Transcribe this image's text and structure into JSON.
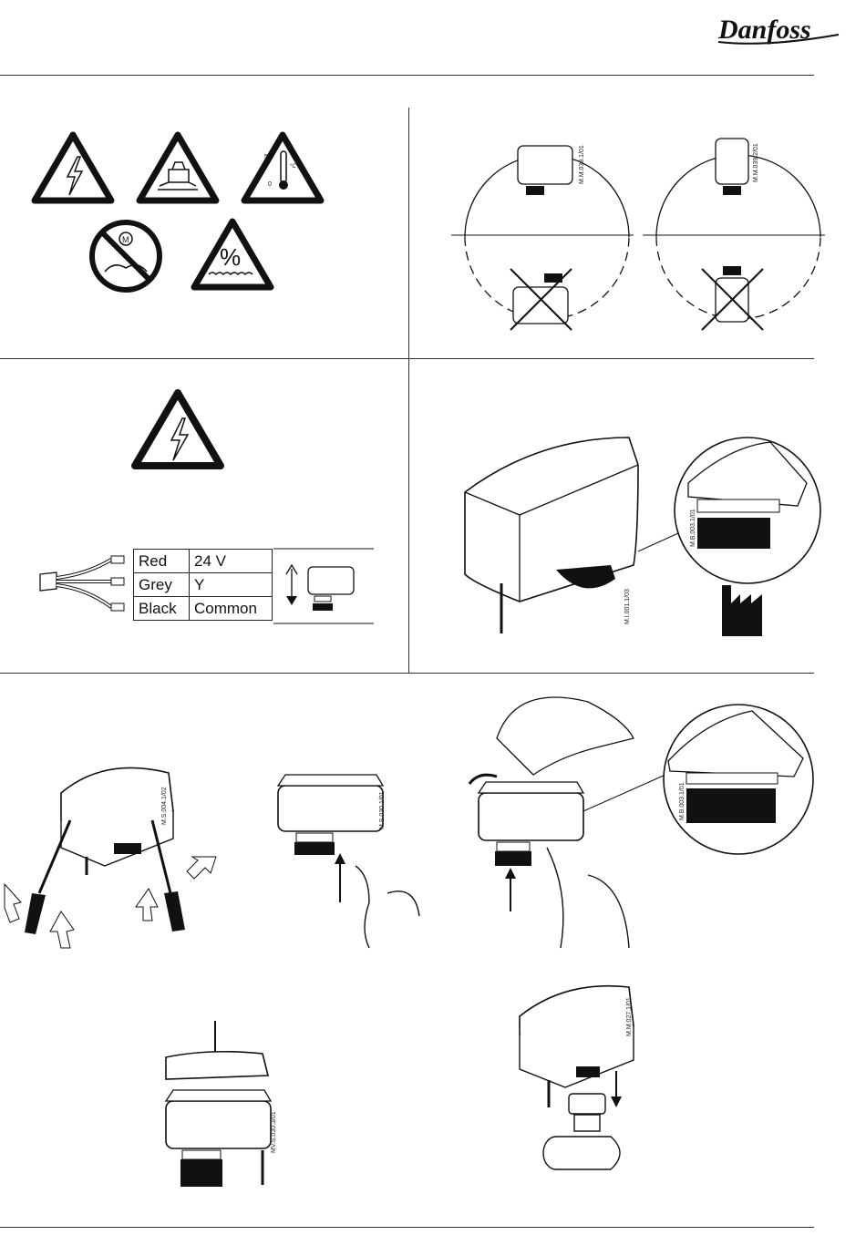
{
  "header": {
    "brand": "Danfoss"
  },
  "wiring": {
    "rows": [
      {
        "color": "Red",
        "signal": "24 V"
      },
      {
        "color": "Grey",
        "signal": "Y"
      },
      {
        "color": "Black",
        "signal": "Common"
      }
    ]
  },
  "figure_codes": {
    "orientation_left": "M.M.038.1/01",
    "orientation_right": "M.M.039.2/01",
    "detail_top": "M.B.003.1/01",
    "actuator_side": "M.I.001.1/03",
    "screwdriver": "M.S.004.1/02",
    "push_up": "M.S.030.1/01",
    "detail_bottom": "M.B.003.1/01",
    "cover": "MV.S.030.3/01",
    "mounting": "M.M.027.1/01"
  },
  "warning_icons": {
    "voltage": "55",
    "temp_low": "0",
    "temp_unit": "°C",
    "humidity": "%",
    "motor": "M"
  },
  "icon_names": [
    "high-voltage-warning-icon",
    "heavy-load-warning-icon",
    "temperature-warning-icon",
    "do-not-lift-motor-icon",
    "humidity-warning-icon",
    "factory-icon"
  ]
}
